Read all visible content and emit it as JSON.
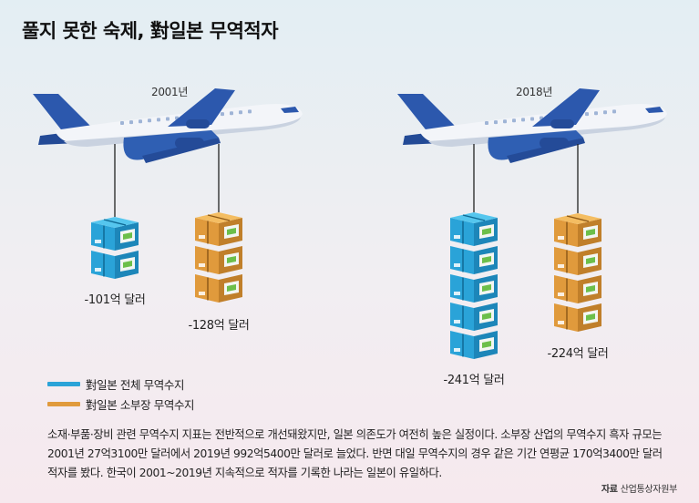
{
  "title": "풀지 못한 숙제, 對일본 무역적자",
  "colors": {
    "total": "#2aa3d8",
    "parts": "#e09a3c",
    "plane": "#2f5fb3"
  },
  "chart_data": {
    "type": "bar",
    "title": "풀지 못한 숙제, 對일본 무역적자",
    "categories": [
      "2001년",
      "2018년"
    ],
    "series": [
      {
        "name": "對일본 전체 무역수지",
        "values": [
          -101,
          -241
        ],
        "labels": [
          "-101억 달러",
          "-241억 달러"
        ]
      },
      {
        "name": "對일본 소부장 무역수지",
        "values": [
          -128,
          -224
        ],
        "labels": [
          "-128억 달러",
          "-224억 달러"
        ]
      }
    ],
    "unit": "억 달러"
  },
  "legend": [
    {
      "label": "對일본 전체 무역수지"
    },
    {
      "label": "對일본 소부장 무역수지"
    }
  ],
  "description": "소재·부품·장비 관련 무역수지 지표는 전반적으로 개선돼왔지만, 일본 의존도가 여전히 높은 실정이다. 소부장 산업의 무역수지 흑자 규모는 2001년 27억3100만 달러에서 2019년 992억5400만 달러로 늘었다. 반면 대일 무역수지의 경우 같은 기간 연평균 170억3400만 달러 적자를 봤다. 한국이 2001~2019년 지속적으로 적자를 기록한 나라는 일본이 유일하다.",
  "source": {
    "label": "자료",
    "text": "산업통상자원부"
  }
}
